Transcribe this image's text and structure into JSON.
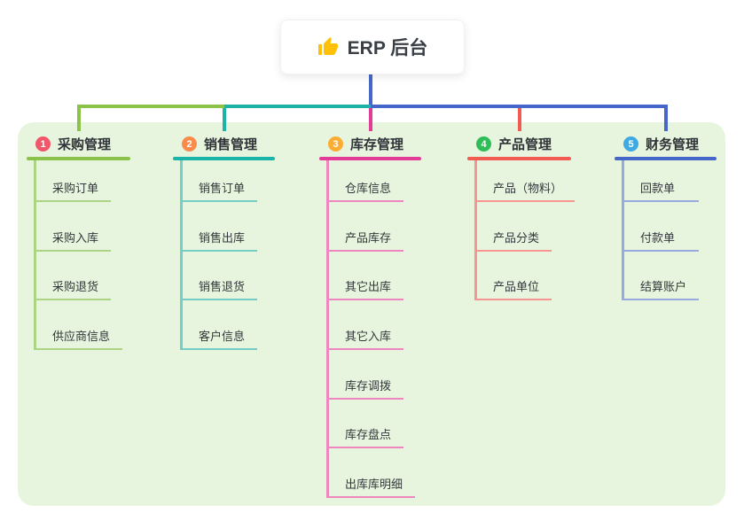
{
  "root": {
    "title": "ERP 后台",
    "icon": "thumbs-up-icon",
    "icon_color": "#FFC107"
  },
  "theme": {
    "page_bg": "#ffffff",
    "panel_bg": "#E7F5DF",
    "text_color": "#33373B",
    "root_connector": "#4667C9"
  },
  "branches": [
    {
      "badge": "1",
      "label": "采购管理",
      "badge_color": "#F2566A",
      "line_color": "#8BC34A",
      "line_light": "#ABD584",
      "children": [
        "采购订单",
        "采购入库",
        "采购退货",
        "供应商信息"
      ]
    },
    {
      "badge": "2",
      "label": "销售管理",
      "badge_color": "#FA8B4B",
      "line_color": "#1CB3A8",
      "line_light": "#74CEC6",
      "children": [
        "销售订单",
        "销售出库",
        "销售退货",
        "客户信息"
      ]
    },
    {
      "badge": "3",
      "label": "库存管理",
      "badge_color": "#FBAD33",
      "line_color": "#E23C96",
      "line_light": "#EE86C0",
      "children": [
        "仓库信息",
        "产品库存",
        "其它出库",
        "其它入库",
        "库存调拨",
        "库存盘点",
        "出库库明细"
      ]
    },
    {
      "badge": "4",
      "label": "产品管理",
      "badge_color": "#2EBD57",
      "line_color": "#F25B52",
      "line_light": "#F79691",
      "children": [
        "产品（物料）",
        "产品分类",
        "产品单位"
      ]
    },
    {
      "badge": "5",
      "label": "财务管理",
      "badge_color": "#3FA9E1",
      "line_color": "#4667C9",
      "line_light": "#97AADF",
      "children": [
        "回款单",
        "付款单",
        "结算账户"
      ]
    }
  ]
}
